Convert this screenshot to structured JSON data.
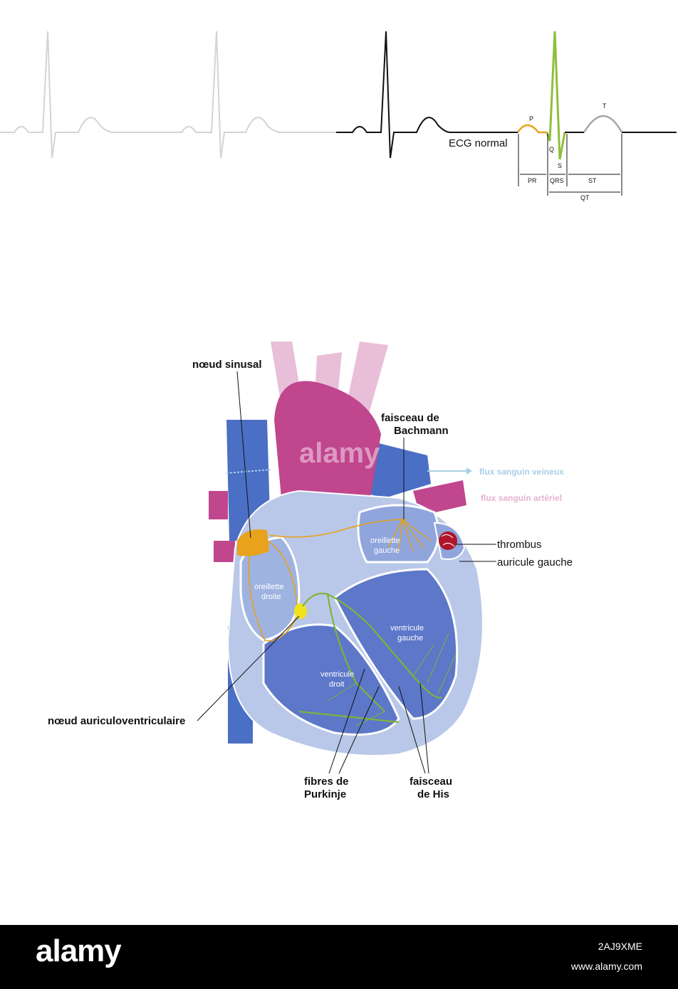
{
  "ecg": {
    "title": "ECG normal",
    "waves": {
      "p": "P",
      "q": "Q",
      "s": "S",
      "t": "T"
    },
    "intervals": {
      "pr": "PR",
      "qrs": "QRS",
      "st": "ST",
      "qt": "QT"
    },
    "colors": {
      "faded": "#d4d4d4",
      "trace": "#111111",
      "p_wave": "#e8a21c",
      "qrs": "#8fbf3a",
      "t_wave": "#a6a6a6"
    }
  },
  "heart": {
    "labels": {
      "sinus_node": "nœud sinusal",
      "bachmann": "faisceau de\nBachmann",
      "venous_flow": "flux sanguin veineux",
      "arterial_flow": "flux sanguin artériel",
      "thrombus": "thrombus",
      "left_auricle": "auricule gauche",
      "right_atrium": "oreillette\ndroite",
      "left_atrium": "oreillette\ngauche",
      "left_ventricle": "ventricule\ngauche",
      "right_ventricle": "ventricule\ndroit",
      "av_node": "nœud auriculoventriculaire",
      "purkinje": "fibres de\nPurkinje",
      "his_bundle": "faisceau\nde His"
    },
    "colors": {
      "vein": "#4a6fc4",
      "artery": "#c0468e",
      "chamber": "#b9c8e8",
      "conduction": "#e8a21c",
      "av_node": "#f2e21a",
      "purkinje": "#7fb33a",
      "thrombus": "#b0162a",
      "venous_flow_text": "#a9cfe6",
      "arterial_flow_text": "#e6b3d0"
    }
  },
  "footer": {
    "logo": "alamy",
    "image_id": "2AJ9XME",
    "url": "www.alamy.com"
  },
  "watermark": "alamy"
}
